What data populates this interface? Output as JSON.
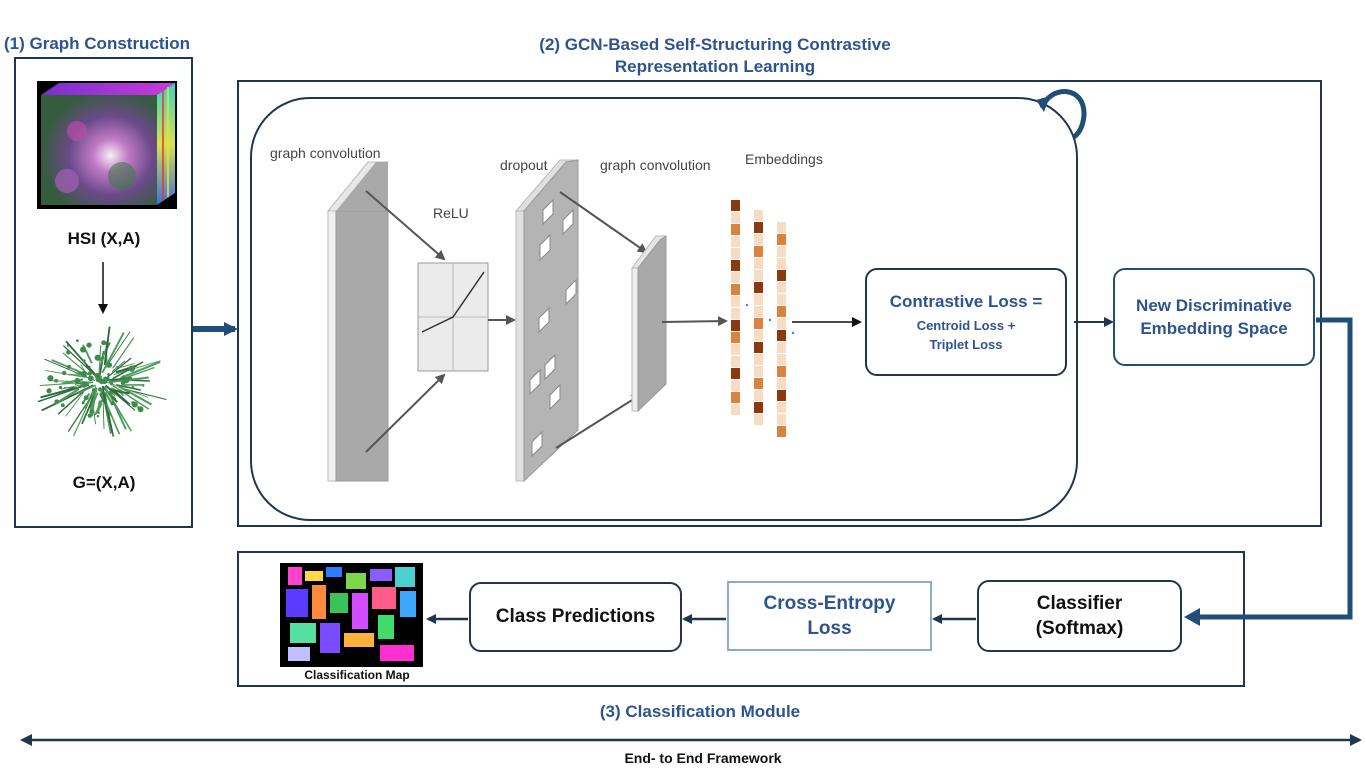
{
  "sections": {
    "graph_construction": "(1) Graph Construction",
    "gcn_line1": "(2) GCN-Based Self-Structuring Contrastive",
    "gcn_line2": "Representation Learning",
    "classification": "(3) Classification Module"
  },
  "left_panel": {
    "hsi_label": "HSI (X,A)",
    "graph_label": "G=(X,A)"
  },
  "network": {
    "gc1": "graph convolution",
    "relu": "ReLU",
    "dropout": "dropout",
    "gc2": "graph convolution",
    "embeddings": "Embeddings"
  },
  "boxes": {
    "contrastive_title": "Contrastive Loss =",
    "contrastive_line2": "Centroid Loss +",
    "contrastive_line3": "Triplet Loss",
    "new_space_line1": "New Discriminative",
    "new_space_line2": "Embedding Space",
    "classifier_line1": "Classifier",
    "classifier_line2": "(Softmax)",
    "cross_line1": "Cross-Entropy",
    "cross_line2": "Loss",
    "class_predictions": "Class Predictions",
    "classification_map": "Classification Map"
  },
  "footer": "End- to End Framework",
  "colors": {
    "accent_blue": "#2e5490",
    "dark_navy": "#1f3550",
    "arrow_blue": "#1f4e79",
    "embed_dark": "#8b3a0f",
    "embed_mid": "#d9833d",
    "embed_light": "#f6dcc3"
  }
}
